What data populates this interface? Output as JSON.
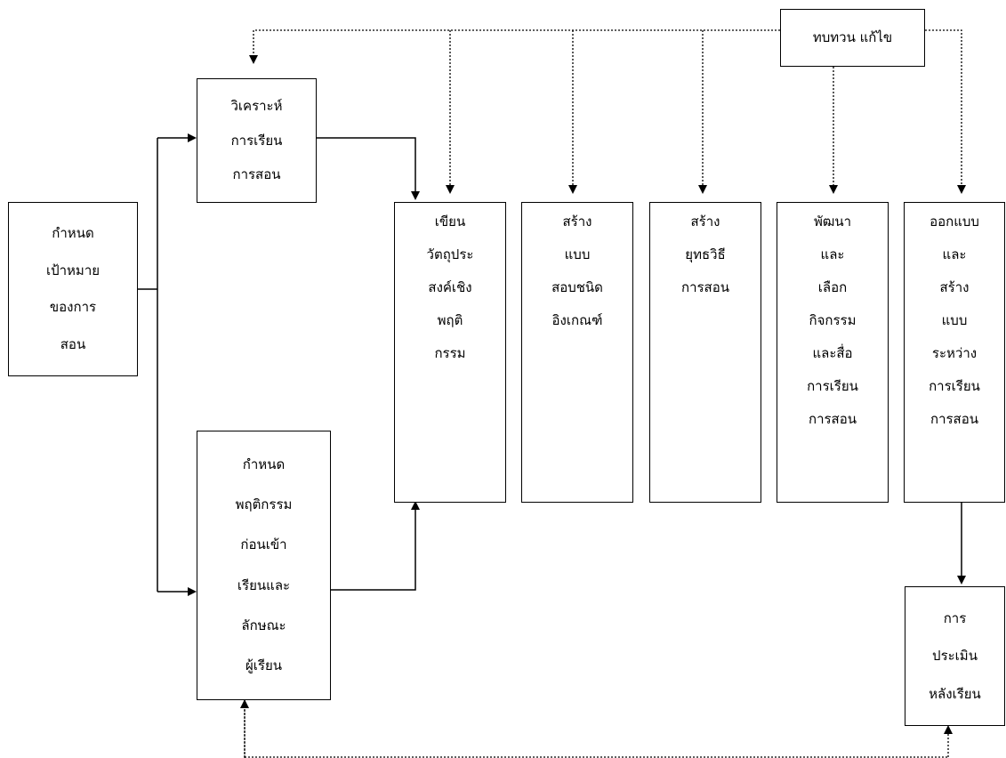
{
  "boxes": {
    "review": {
      "lines": [
        "ทบทวน แก้ไข"
      ]
    },
    "analyze": {
      "lines": [
        "วิเคราะห์",
        "การเรียน",
        "การสอน"
      ]
    },
    "goal": {
      "lines": [
        "กำหนด",
        "เป้าหมาย",
        "ของการ",
        "สอน"
      ]
    },
    "entry": {
      "lines": [
        "กำหนด",
        "พฤติกรรม",
        "ก่อนเข้า",
        "เรียนและ",
        "ลักษณะ",
        "ผู้เรียน"
      ]
    },
    "objective": {
      "lines": [
        "เขียน",
        "วัตถุประ",
        "สงค์เชิง",
        "พฤติ",
        "กรรม"
      ]
    },
    "test": {
      "lines": [
        "สร้าง",
        "แบบ",
        "สอบชนิด",
        "อิงเกณฑ์"
      ]
    },
    "strategy": {
      "lines": [
        "สร้าง",
        "ยุทธวิธี",
        "การสอน"
      ]
    },
    "activity": {
      "lines": [
        "พัฒนา",
        "และ",
        "เลือก",
        "กิจกรรม",
        "และสื่อ",
        "การเรียน",
        "การสอน"
      ]
    },
    "formative": {
      "lines": [
        "ออกแบบ",
        "และ",
        "สร้าง",
        "แบบ",
        "ระหว่าง",
        "การเรียน",
        "การสอน"
      ]
    },
    "summative": {
      "lines": [
        "การ",
        "ประเมิน",
        "หลังเรียน"
      ]
    }
  },
  "colors": {
    "line": "#000000",
    "background": "#ffffff"
  }
}
